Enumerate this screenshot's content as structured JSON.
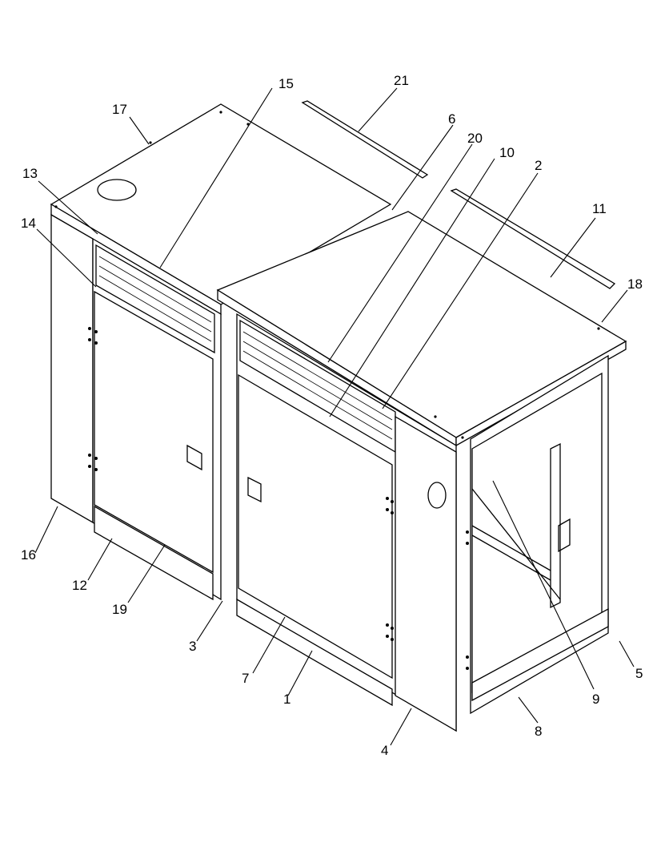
{
  "drawing": {
    "subject": "enclosure exploded view",
    "callouts": [
      {
        "id": "c1",
        "text": "1"
      },
      {
        "id": "c2",
        "text": "2"
      },
      {
        "id": "c3",
        "text": "3"
      },
      {
        "id": "c4",
        "text": "4"
      },
      {
        "id": "c5",
        "text": "5"
      },
      {
        "id": "c6",
        "text": "6"
      },
      {
        "id": "c7",
        "text": "7"
      },
      {
        "id": "c8",
        "text": "8"
      },
      {
        "id": "c9",
        "text": "9"
      },
      {
        "id": "c10",
        "text": "10"
      },
      {
        "id": "c11",
        "text": "11"
      },
      {
        "id": "c12",
        "text": "12"
      },
      {
        "id": "c13",
        "text": "13"
      },
      {
        "id": "c14",
        "text": "14"
      },
      {
        "id": "c15",
        "text": "15"
      },
      {
        "id": "c16",
        "text": "16"
      },
      {
        "id": "c17",
        "text": "17"
      },
      {
        "id": "c18",
        "text": "18"
      },
      {
        "id": "c19",
        "text": "19"
      },
      {
        "id": "c20",
        "text": "20"
      },
      {
        "id": "c21",
        "text": "21"
      }
    ]
  }
}
